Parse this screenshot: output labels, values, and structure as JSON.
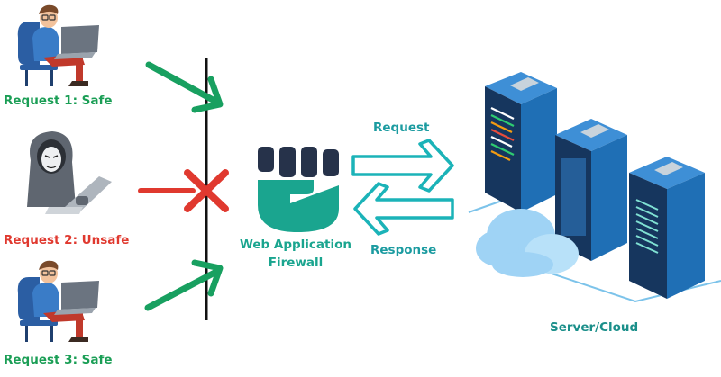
{
  "clients": [
    {
      "label": "Request 1: Safe",
      "status": "safe",
      "person": "developer-with-laptop"
    },
    {
      "label": "Request 2: Unsafe",
      "status": "unsafe",
      "person": "hooded-hacker-with-laptop"
    },
    {
      "label": "Request 3: Safe",
      "status": "safe",
      "person": "developer-with-laptop"
    }
  ],
  "waf": {
    "label_line1": "Web Application",
    "label_line2": "Firewall",
    "icon": "fist-icon"
  },
  "flow": {
    "request_label": "Request",
    "response_label": "Response"
  },
  "server": {
    "label": "Server/Cloud",
    "icons": [
      "server-rack-icon",
      "cloud-icon"
    ]
  },
  "colors": {
    "safe": "#1a9e55",
    "unsafe": "#e0392f",
    "teal": "#1aa58f",
    "flow_label": "#1b9ba0",
    "server_label": "#1b8f8a",
    "server_blue": "#1f6fb5",
    "server_dark": "#16365e",
    "cloud": "#9fd3f5"
  }
}
